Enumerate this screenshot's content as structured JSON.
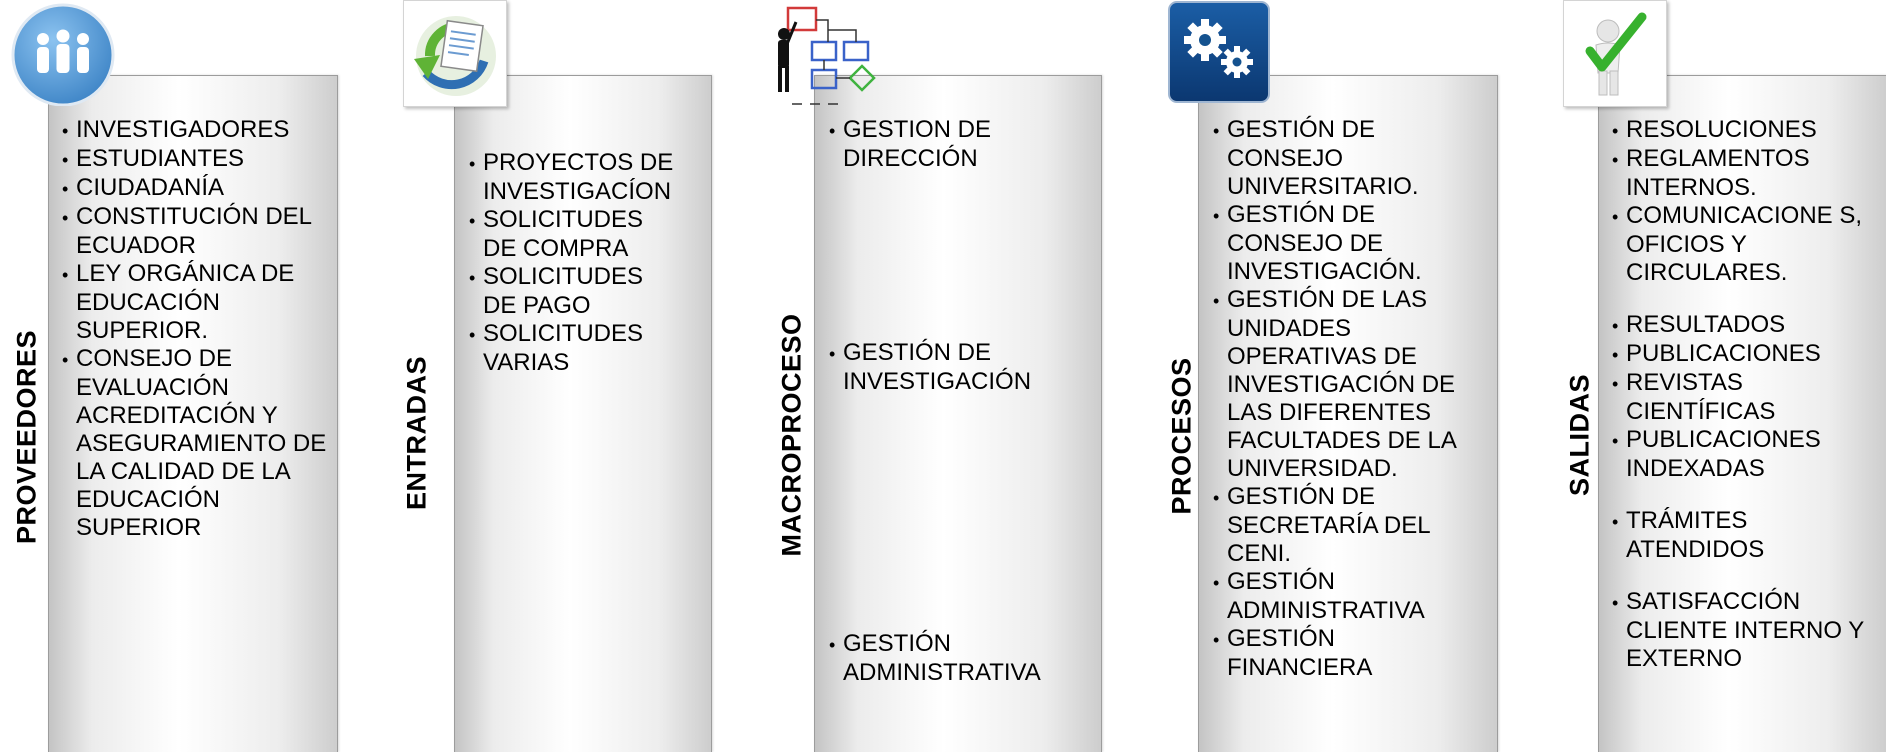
{
  "columns": [
    {
      "id": "proveedores",
      "title": "PROVEEDORES",
      "icon": "people-icon",
      "items": [
        "INVESTIGADORES",
        "ESTUDIANTES",
        "CIUDADANÍA",
        "CONSTITUCIÓN DEL ECUADOR",
        "LEY ORGÁNICA DE EDUCACIÓN SUPERIOR.",
        "CONSEJO DE EVALUACIÓN ACREDITACIÓN Y ASEGURAMIENTO DE LA CALIDAD DE LA EDUCACIÓN SUPERIOR"
      ]
    },
    {
      "id": "entradas",
      "title": "ENTRADAS",
      "icon": "documents-cycle-icon",
      "items": [
        "PROYECTOS DE INVESTIGACÍON",
        "SOLICITUDES DE COMPRA",
        "SOLICITUDES DE PAGO",
        "SOLICITUDES VARIAS"
      ]
    },
    {
      "id": "macroproceso",
      "title": "MACROPROCESO",
      "icon": "flowchart-person-icon",
      "items": [
        "GESTION DE DIRECCIÓN",
        "GESTIÓN DE INVESTIGACIÓN",
        "GESTIÓN ADMINISTRATIVA"
      ]
    },
    {
      "id": "procesos",
      "title": "PROCESOS",
      "icon": "gears-icon",
      "items": [
        "GESTIÓN DE CONSEJO UNIVERSITARIO.",
        "GESTIÓN DE CONSEJO DE INVESTIGACIÓN.",
        "GESTIÓN DE LAS UNIDADES OPERATIVAS DE INVESTIGACIÓN DE LAS DIFERENTES FACULTADES DE LA UNIVERSIDAD.",
        "GESTIÓN DE SECRETARÍA DEL CENI.",
        "GESTIÓN ADMINISTRATIVA",
        "GESTIÓN FINANCIERA"
      ]
    },
    {
      "id": "salidas",
      "title": "SALIDAS",
      "icon": "person-checkmark-icon",
      "items": [
        "RESOLUCIONES",
        "REGLAMENTOS INTERNOS.",
        "COMUNICACIONE S, OFICIOS Y CIRCULARES.",
        "RESULTADOS",
        "PUBLICACIONES",
        "REVISTAS CIENTÍFICAS",
        "PUBLICACIONES INDEXADAS",
        "TRÁMITES ATENDIDOS",
        "SATISFACCIÓN CLIENTE INTERNO Y EXTERNO"
      ]
    }
  ]
}
